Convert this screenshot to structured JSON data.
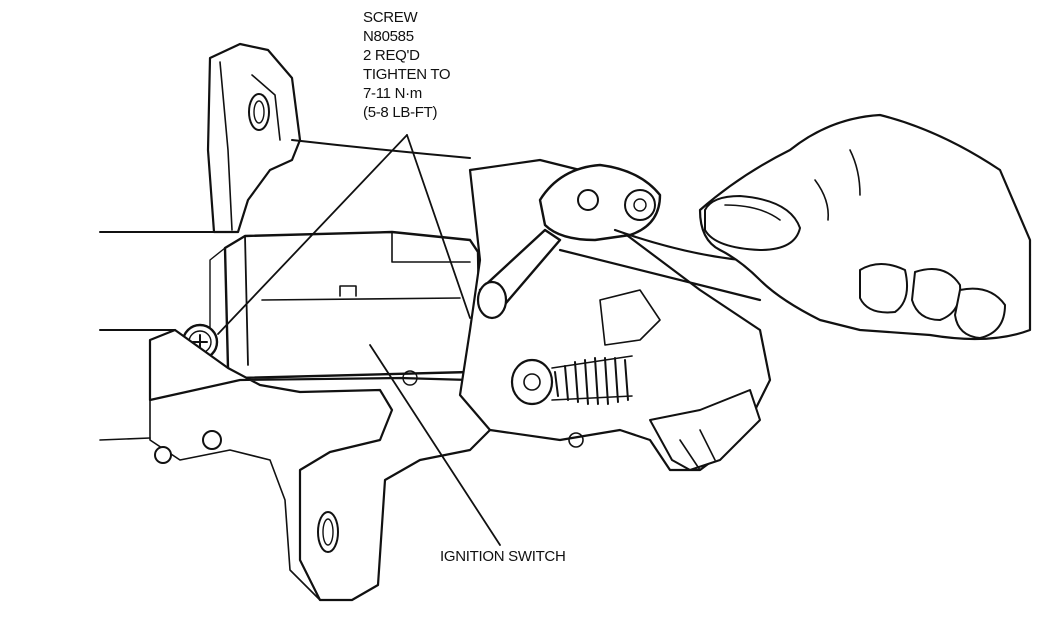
{
  "callouts": {
    "screw": {
      "lines": [
        "SCREW",
        "N80585",
        "2 REQ'D",
        "TIGHTEN TO",
        "7-11 N·m",
        "(5-8 LB-FT)"
      ]
    },
    "ignition_switch": "IGNITION SWITCH"
  },
  "colors": {
    "ink": "#111111",
    "paper": "#ffffff"
  }
}
